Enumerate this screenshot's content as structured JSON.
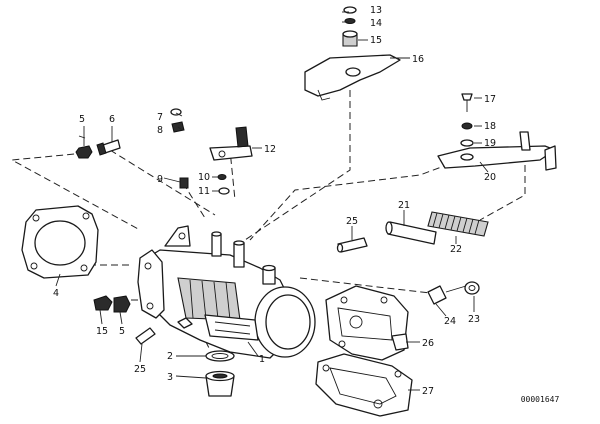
{
  "diagram": {
    "reference_number": "00001647",
    "callouts": {
      "c1": "1",
      "c2": "2",
      "c3": "3",
      "c4": "4",
      "c5a": "5",
      "c5b": "5",
      "c6": "6",
      "c7": "7",
      "c8": "8",
      "c9": "9",
      "c10": "10",
      "c11": "11",
      "c12": "12",
      "c13": "13",
      "c14": "14",
      "c15a": "15",
      "c15b": "15",
      "c16": "16",
      "c17": "17",
      "c18": "18",
      "c19": "19",
      "c20": "20",
      "c21": "21",
      "c22": "22",
      "c23": "23",
      "c24": "24",
      "c25a": "25",
      "c25b": "25",
      "c26": "26",
      "c27": "27"
    },
    "colors": {
      "line": "#1a1a1a",
      "background": "#ffffff"
    }
  }
}
